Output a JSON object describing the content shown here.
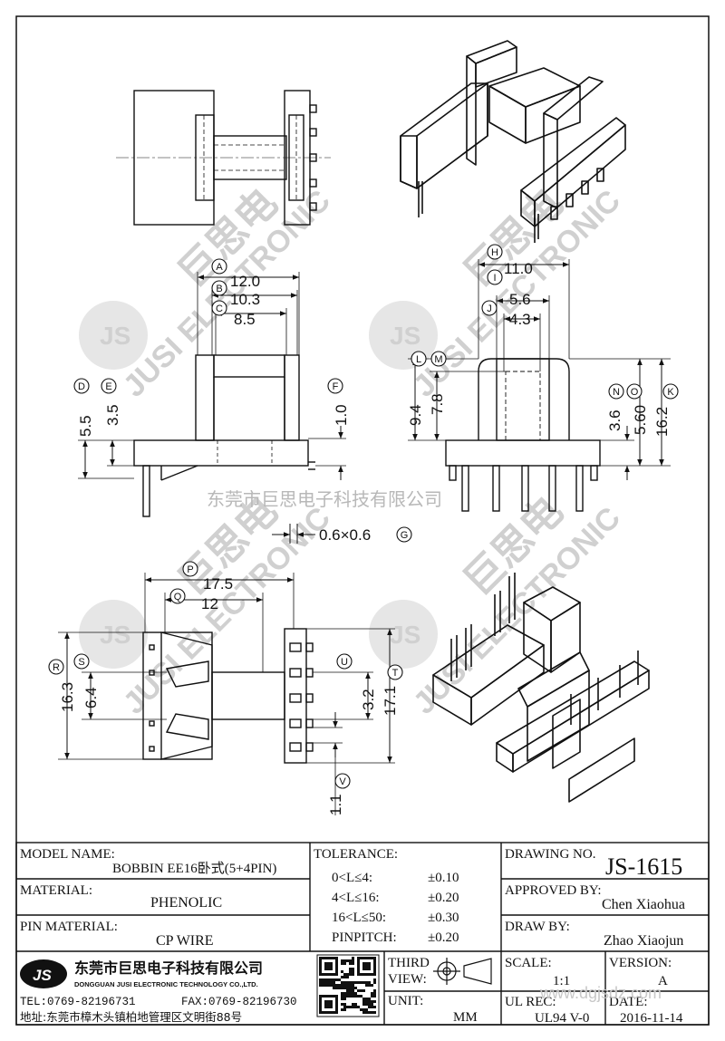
{
  "dims": {
    "d_12_0": "12.0",
    "d_10_3": "10.3",
    "d_8_5": "8.5",
    "d_5_5": "5.5",
    "d_3_5": "3.5",
    "d_1_0": "1.0",
    "d_06x06": "0.6×0.6",
    "d_11_0": "11.0",
    "d_5_6": "5.6",
    "d_4_3": "4.3",
    "d_9_4": "9.4",
    "d_7_8": "7.8",
    "d_3_6": "3.6",
    "d_5_60": "5.60",
    "d_16_2": "16.2",
    "d_17_5": "17.5",
    "d_12": "12",
    "d_16_3": "16.3",
    "d_6_4": "6.4",
    "d_3_2": "3.2",
    "d_17_1": "17.1",
    "d_1_1": "1.1"
  },
  "callouts": [
    "A",
    "B",
    "C",
    "D",
    "E",
    "F",
    "G",
    "H",
    "I",
    "J",
    "K",
    "L",
    "M",
    "N",
    "O",
    "P",
    "Q",
    "R",
    "S",
    "T",
    "U",
    "V"
  ],
  "watermark": {
    "company_cn": "东莞市巨思电子科技有限公司",
    "logo": "JS",
    "brand_en": "JUSI ELECTRONIC",
    "brand_cn": "巨思电"
  },
  "title_block": {
    "model_name_label": "MODEL NAME:",
    "model_name_value": "BOBBIN EE16卧式(5+4PIN)",
    "material_label": "MATERIAL:",
    "material_value": "PHENOLIC",
    "pin_material_label": "PIN MATERIAL:",
    "pin_material_value": "CP WIRE",
    "tolerance_label": "TOLERANCE:",
    "tolerances": [
      {
        "range": "0<L≤4:",
        "value": "±0.10"
      },
      {
        "range": "4<L≤16:",
        "value": "±0.20"
      },
      {
        "range": "16<L≤50:",
        "value": "±0.30"
      },
      {
        "range": "PINPITCH:",
        "value": "±0.20"
      }
    ],
    "drawing_no_label": "DRAWING NO.",
    "drawing_no_value": "JS-1615",
    "approved_by_label": "APPROVED BY:",
    "approved_by_value": "Chen Xiaohua",
    "draw_by_label": "DRAW BY:",
    "draw_by_value": "Zhao Xiaojun",
    "company_logo": "JS",
    "company_cn": "东莞市巨思电子科技有限公司",
    "company_en": "DONGGUAN JUSI ELECTRONIC TECHNOLOGY CO.,LTD.",
    "tel": "TEL:0769-82196731",
    "fax": "FAX:0769-82196730",
    "address": "地址:东莞市樟木头镇柏地管理区文明街88号",
    "third_view_label_1": "THIRD",
    "third_view_label_2": "VIEW:",
    "unit_label": "UNIT:",
    "unit_value": "MM",
    "scale_label": "SCALE:",
    "scale_value": "1:1",
    "version_label": "VERSION:",
    "version_value": "A",
    "ul_rec_label": "UL REC:",
    "ul_rec_value": "UL94 V-0",
    "date_label": "DATE:",
    "date_value": "2016-11-14",
    "site": "www.dgjsdz.com"
  }
}
